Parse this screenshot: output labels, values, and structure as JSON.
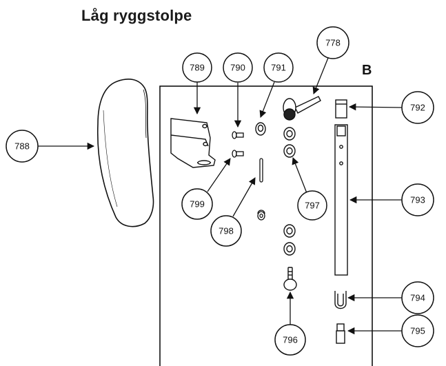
{
  "title": "Låg ryggstolpe",
  "section_label": "B",
  "callouts": {
    "c788": "788",
    "c789": "789",
    "c790": "790",
    "c791": "791",
    "c778": "778",
    "c792": "792",
    "c793": "793",
    "c794": "794",
    "c795": "795",
    "c796": "796",
    "c797": "797",
    "c798": "798",
    "c799": "799"
  },
  "colors": {
    "ink": "#111111",
    "panel_stroke": "#000000",
    "background": "#ffffff"
  }
}
